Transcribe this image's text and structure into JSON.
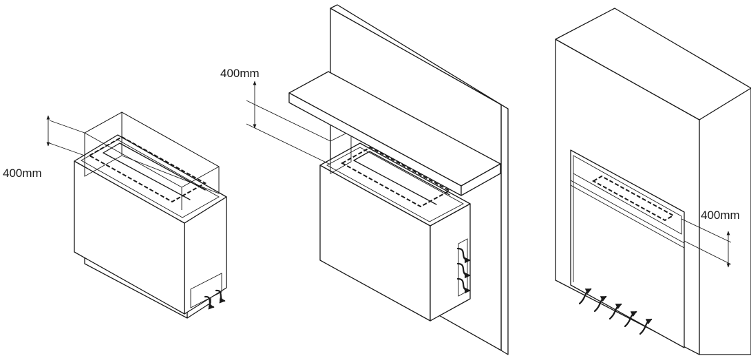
{
  "figures": [
    {
      "dimension_label": "400mm"
    },
    {
      "dimension_label": "400mm"
    },
    {
      "dimension_label": "400mm"
    }
  ],
  "colors": {
    "line": "#1a1a1a",
    "background": "#ffffff"
  }
}
